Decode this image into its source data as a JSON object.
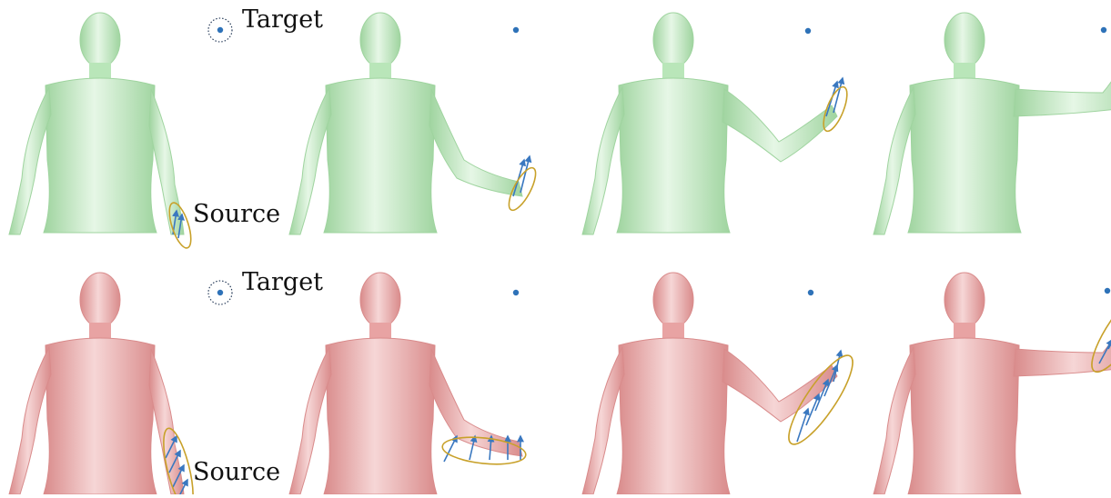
{
  "rows": [
    {
      "id": "green",
      "target_label": "Target",
      "source_label": "Source",
      "body_color": "#b9e6b9",
      "body_shade": "#9fd49f",
      "highlight": "#e6f7e6"
    },
    {
      "id": "red",
      "target_label": "Target",
      "source_label": "Source",
      "body_color": "#e8a3a3",
      "body_shade": "#d98b8b",
      "highlight": "#f6d6d6"
    }
  ],
  "colors": {
    "arrow": "#3a78c0",
    "ellipse": "#c8a12a",
    "target_dot": "#2e72b8"
  }
}
